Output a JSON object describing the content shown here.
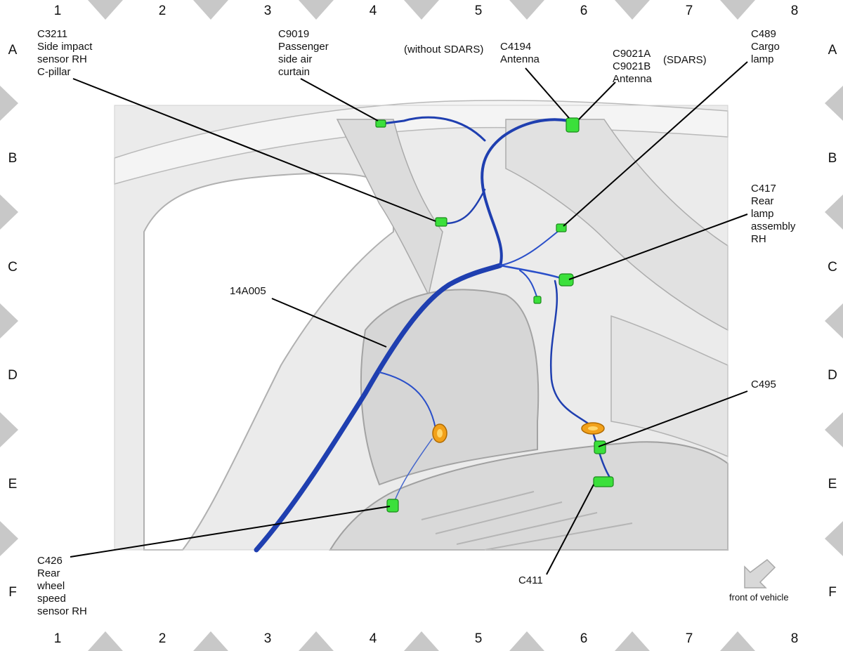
{
  "grid": {
    "columns": [
      "1",
      "2",
      "3",
      "4",
      "5",
      "6",
      "7",
      "8"
    ],
    "rows": [
      "A",
      "B",
      "C",
      "D",
      "E",
      "F"
    ]
  },
  "callouts": {
    "c3211": [
      "C3211",
      "Side impact",
      "sensor RH",
      "C-pillar"
    ],
    "c9019": [
      "C9019",
      "Passenger",
      "side air",
      "curtain"
    ],
    "without_sdars": "(without SDARS)",
    "c4194": [
      "C4194",
      "Antenna"
    ],
    "c9021": [
      "C9021A",
      "C9021B",
      "Antenna"
    ],
    "sdars": "(SDARS)",
    "c489": [
      "C489",
      "Cargo",
      "lamp"
    ],
    "c417": [
      "C417",
      "Rear",
      "lamp",
      "assembly",
      "RH"
    ],
    "harness": "14A005",
    "c495": "C495",
    "c426": [
      "C426",
      "Rear",
      "wheel",
      "speed",
      "sensor RH"
    ],
    "c411": "C411"
  },
  "orientation": {
    "label": "front of vehicle",
    "icon": "arrow-down-left-icon"
  },
  "colors": {
    "harness": "#1f3fb0",
    "connector": "#3be03b",
    "grommet": "#f2a11a",
    "border_triangle": "#c8c8c8",
    "body_panel": "#e6e6e6"
  }
}
